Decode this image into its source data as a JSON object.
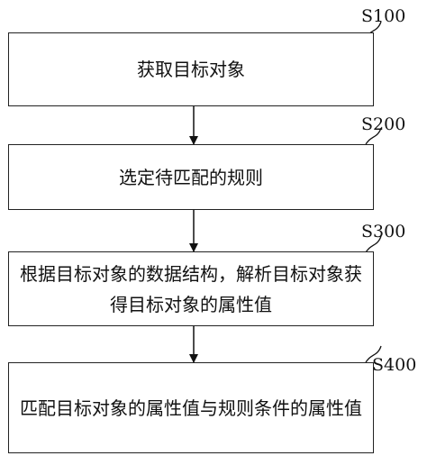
{
  "steps": [
    {
      "id": "S100",
      "text": "获取目标对象"
    },
    {
      "id": "S200",
      "text": "选定待匹配的规则"
    },
    {
      "id": "S300",
      "text": "根据目标对象的数据结构，解析目标对象获得目标对象的属性值"
    },
    {
      "id": "S400",
      "text": "匹配目标对象的属性值与规则条件的属性值"
    }
  ]
}
